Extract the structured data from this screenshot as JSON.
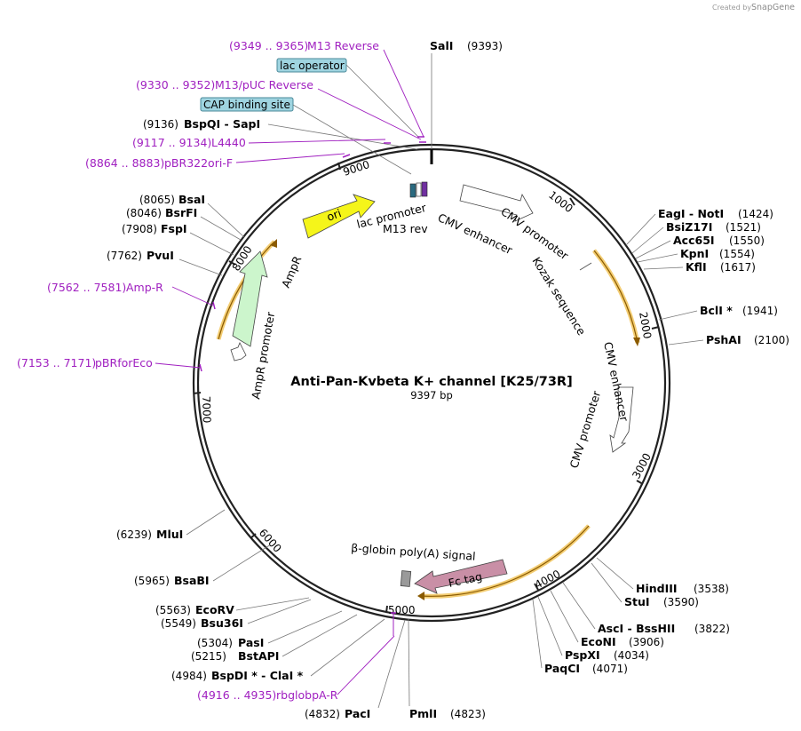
{
  "credit": {
    "prefix": "Created by",
    "product": "SnapGene"
  },
  "plasmid": {
    "name": "Anti-Pan-Kvbeta K+ channel [K25/73R]",
    "size_label": "9397 bp"
  },
  "ticks": [
    "1000",
    "2000",
    "3000",
    "4000",
    "5000",
    "6000",
    "7000",
    "8000",
    "9000"
  ],
  "sites": [
    {
      "name": "SalI",
      "pos": "(9393)"
    },
    {
      "name": "BspQI  -  SapI",
      "pos": "(9136)"
    },
    {
      "name": "BsaI",
      "pos": "(8065)"
    },
    {
      "name": "BsrFI",
      "pos": "(8046)"
    },
    {
      "name": "FspI",
      "pos": "(7908)"
    },
    {
      "name": "PvuI",
      "pos": "(7762)"
    },
    {
      "name": "EagI  -  NotI",
      "pos": "(1424)"
    },
    {
      "name": "BsiZ17I",
      "pos": "(1521)"
    },
    {
      "name": "Acc65I",
      "pos": "(1550)"
    },
    {
      "name": "KpnI",
      "pos": "(1554)"
    },
    {
      "name": "KflI",
      "pos": "(1617)"
    },
    {
      "name": "BclI *",
      "pos": "(1941)"
    },
    {
      "name": "PshAI",
      "pos": "(2100)"
    },
    {
      "name": "HindIII",
      "pos": "(3538)"
    },
    {
      "name": "StuI",
      "pos": "(3590)"
    },
    {
      "name": "AscI  -  BssHII",
      "pos": "(3822)"
    },
    {
      "name": "EcoNI",
      "pos": "(3906)"
    },
    {
      "name": "PspXI",
      "pos": "(4034)"
    },
    {
      "name": "PaqCI",
      "pos": "(4071)"
    },
    {
      "name": "PmlI",
      "pos": "(4823)"
    },
    {
      "name": "PacI",
      "pos": "(4832)"
    },
    {
      "name": "BspDI *  -  ClaI *",
      "pos": "(4984)"
    },
    {
      "name": "BstAPI",
      "pos": "(5215)"
    },
    {
      "name": "PasI",
      "pos": "(5304)"
    },
    {
      "name": "Bsu36I",
      "pos": "(5549)"
    },
    {
      "name": "EcoRV",
      "pos": "(5563)"
    },
    {
      "name": "BsaBI",
      "pos": "(5965)"
    },
    {
      "name": "MluI",
      "pos": "(6239)"
    }
  ],
  "primers": [
    {
      "range": "(9349 .. 9365)",
      "name": "M13 Reverse"
    },
    {
      "range": "(9330 .. 9352)",
      "name": "M13/pUC Reverse"
    },
    {
      "range": "(9117 .. 9134)",
      "name": "L4440"
    },
    {
      "range": "(8864 .. 8883)",
      "name": "pBR322ori-F"
    },
    {
      "range": "(7562 .. 7581)",
      "name": "Amp-R"
    },
    {
      "range": "(7153 .. 7171)",
      "name": "pBRforEco"
    },
    {
      "range": "(4916 .. 4935)",
      "name": "rbglobpA-R"
    }
  ],
  "badges": {
    "lac_operator": "lac operator",
    "cap_site": "CAP binding site"
  },
  "features": {
    "ori": "ori",
    "ampr": "AmpR",
    "ampr_promoter": "AmpR promoter",
    "lac_promoter": "lac promoter",
    "m13_rev": "M13 rev",
    "cmv_enhancer": "CMV enhancer",
    "cmv_promoter": "CMV promoter",
    "kozak": "Kozak sequence",
    "fc_tag": "Fc tag",
    "polya": "β-globin poly(A) signal"
  },
  "colors": {
    "ori": "#f5f51a",
    "ampr": "#ccf5cc",
    "fc_tag": "#c98fa6",
    "primer": "#a020c0",
    "badge": "#9fd4e0",
    "orf_glow": "#f0c050"
  }
}
